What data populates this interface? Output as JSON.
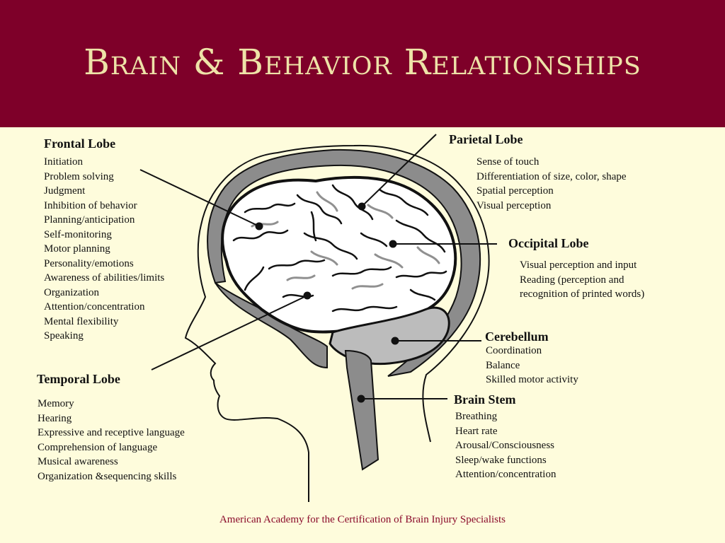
{
  "title": "Brain & Behavior Relationships",
  "footer": "American Academy for the Certification of Brain Injury Specialists",
  "colors": {
    "header_bg": "#7e0029",
    "title_text": "#eee3a8",
    "page_bg": "#fefcdc",
    "footer_text": "#8a0a2a"
  },
  "regions": {
    "frontal": {
      "name": "Frontal Lobe",
      "functions": [
        "Initiation",
        "Problem solving",
        "Judgment",
        "Inhibition of behavior",
        "Planning/anticipation",
        "Self-monitoring",
        "Motor planning",
        "Personality/emotions",
        "Awareness of abilities/limits",
        "Organization",
        "Attention/concentration",
        "Mental flexibility",
        "Speaking"
      ]
    },
    "temporal": {
      "name": "Temporal Lobe",
      "functions": [
        "Memory",
        "Hearing",
        "Expressive and receptive language",
        "Comprehension of language",
        "Musical awareness",
        "Organization &sequencing skills"
      ]
    },
    "parietal": {
      "name": "Parietal Lobe",
      "functions": [
        "Sense of touch",
        "Differentiation of size, color, shape",
        "Spatial perception",
        "Visual perception"
      ]
    },
    "occipital": {
      "name": "Occipital Lobe",
      "functions": [
        "Visual perception and input",
        "Reading (perception and",
        "recognition of printed words)"
      ]
    },
    "cerebellum": {
      "name": "Cerebellum",
      "functions": [
        "Coordination",
        "Balance",
        "Skilled motor activity"
      ]
    },
    "brainstem": {
      "name": "Brain Stem",
      "functions": [
        "Breathing",
        "Heart rate",
        "Arousal/Consciousness",
        "Sleep/wake functions",
        "Attention/concentration"
      ]
    }
  }
}
